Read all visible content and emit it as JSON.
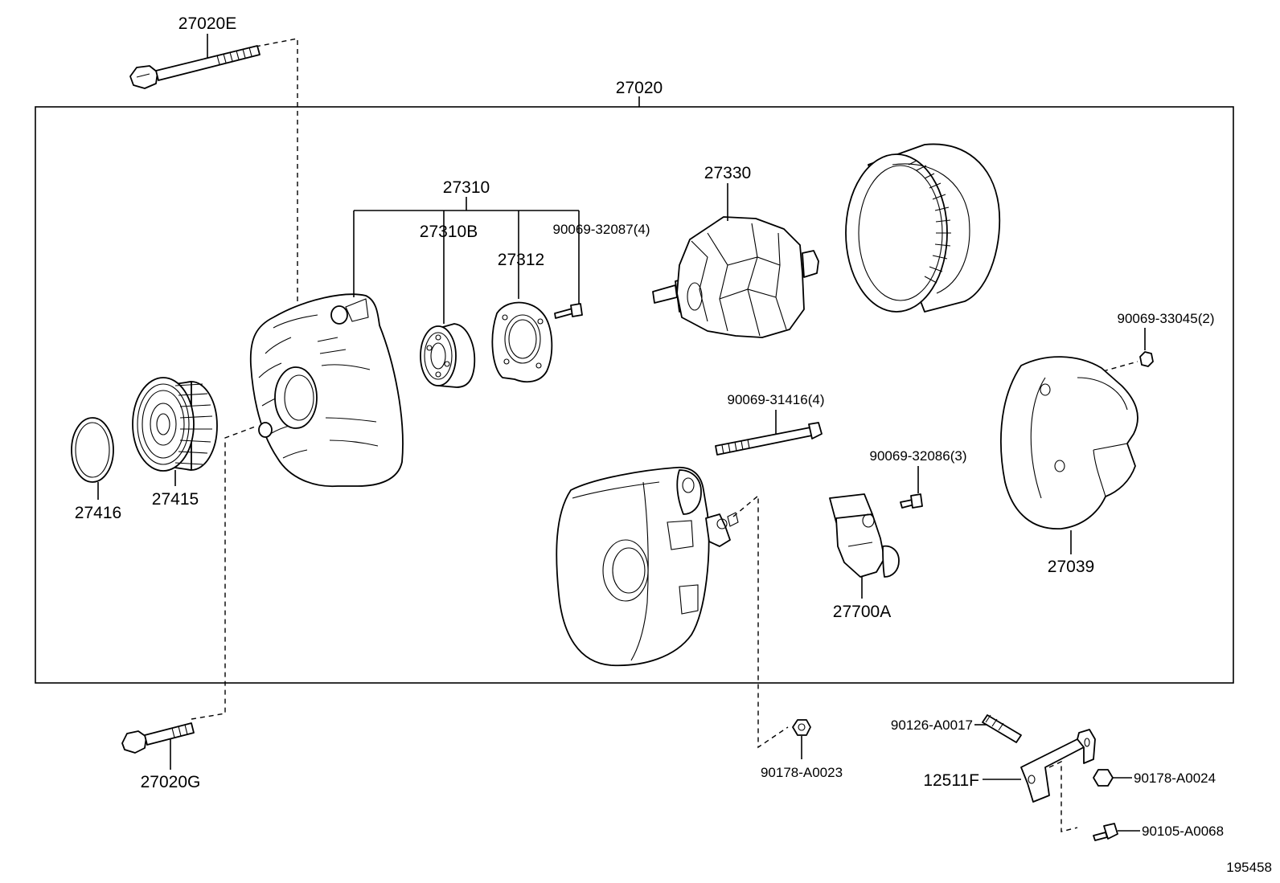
{
  "labels": {
    "p27020": "27020",
    "p27020E": "27020E",
    "p27020G": "27020G",
    "p27310": "27310",
    "p27310B": "27310B",
    "p27312": "27312",
    "p90069_32087": "90069-32087(4)",
    "p27330": "27330",
    "p90069_33045": "90069-33045(2)",
    "p27416": "27416",
    "p27415": "27415",
    "p90069_31416": "90069-31416(4)",
    "p90069_32086": "90069-32086(3)",
    "p27039": "27039",
    "p27700A": "27700A",
    "p90126_A0017": "90126-A0017",
    "p12511F": "12511F",
    "p90178_A0023": "90178-A0023",
    "p90178_A0024": "90178-A0024",
    "p90105_A0068": "90105-A0068",
    "diagram_id": "195458"
  }
}
